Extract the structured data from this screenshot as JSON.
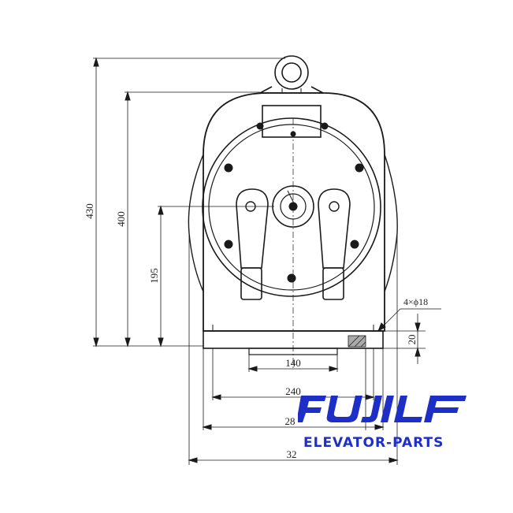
{
  "dimensions": {
    "height_total": "430",
    "height_top": "400",
    "height_center": "195",
    "hole_spec": "4×ϕ18",
    "base_thickness": "20",
    "width_140": "140",
    "width_240": "240",
    "width_28x": "28",
    "width_32x": "32"
  },
  "brand": {
    "logo_text": "FUJILF",
    "tagline": "ELEVATOR-PARTS",
    "color": "#1d2fc6"
  }
}
